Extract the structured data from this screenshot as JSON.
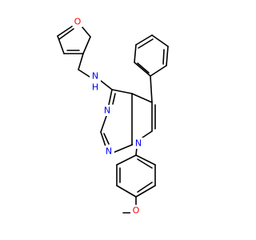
{
  "molecule": {
    "atoms": {
      "furan_o": {
        "symbol": "O",
        "color": "#ff0000"
      },
      "amine_n": {
        "symbol": "N",
        "color": "#0000ff"
      },
      "amine_h": {
        "symbol": "H",
        "color": "#0000ff"
      },
      "ring_n_top": {
        "symbol": "N",
        "color": "#0000ff"
      },
      "ring_n_bottom": {
        "symbol": "N",
        "color": "#0000ff"
      },
      "pyrrole_n": {
        "symbol": "N",
        "color": "#0000ff"
      },
      "methoxy_o": {
        "symbol": "O",
        "color": "#ff0000"
      }
    },
    "bond_color": "#000000"
  }
}
